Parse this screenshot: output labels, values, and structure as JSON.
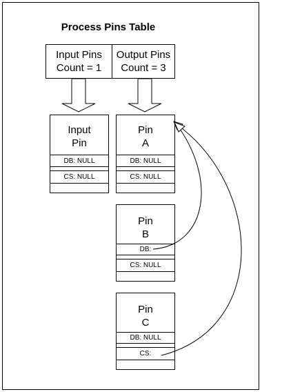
{
  "title": "Process Pins Table",
  "header": {
    "input_pins": "Input Pins",
    "input_count": "Count = 1",
    "output_pins": "Output Pins",
    "output_count": "Count = 3"
  },
  "pins": {
    "input": {
      "line1": "Input",
      "line2": "Pin",
      "db": "DB: NULL",
      "cs": "CS: NULL"
    },
    "a": {
      "line1": "Pin",
      "line2": "A",
      "db": "DB: NULL",
      "cs": "CS: NULL"
    },
    "b": {
      "line1": "Pin",
      "line2": "B",
      "db": "DB:",
      "cs": "CS: NULL"
    },
    "c": {
      "line1": "Pin",
      "line2": "C",
      "db": "DB: NULL",
      "cs": "CS:"
    }
  }
}
